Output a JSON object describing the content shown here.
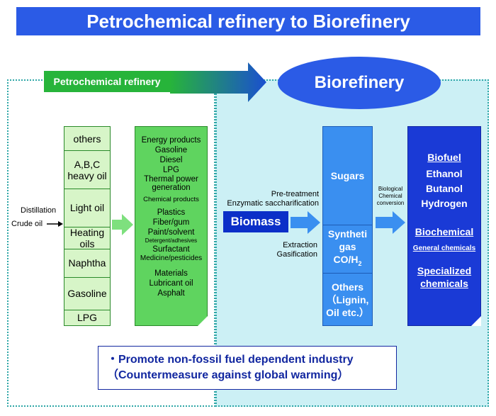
{
  "title": "Petrochemical refinery to Biorefinery",
  "petro_label": "Petrochemical refinery",
  "bio_label": "Biorefinery",
  "distillation_label": "Distillation",
  "crude_oil_label": "Crude oil",
  "fractions": [
    "others",
    "A,B,C heavy oil",
    "Light oil",
    "Heating oils",
    "Naphtha",
    "Gasoline",
    "LPG"
  ],
  "products": {
    "energy_header": "Energy products",
    "energy_items": [
      "Gasoline",
      "Diesel",
      "LPG",
      "Thermal power generation"
    ],
    "chemical_header": "Chemical products",
    "chemical_items": [
      "Plastics",
      "Fiber/gum",
      "Paint/solvent"
    ],
    "chemical_small": "Detergent/adhesives",
    "chemical_items2": [
      "Surfactant",
      "Medicine/pesticides"
    ],
    "materials_items": [
      "Materials",
      "Lubricant oil",
      "Asphalt"
    ]
  },
  "pretreatment": [
    "Pre-treatment",
    "Enzymatic saccharification"
  ],
  "biomass_label": "Biomass",
  "extraction": [
    "Extraction",
    "Gasification"
  ],
  "biological": [
    "Biological",
    "Chemical",
    "conversion"
  ],
  "intermediates": {
    "sugars": "Sugars",
    "syngas_1": "Syntheti",
    "syngas_2": "gas",
    "syngas_3": "CO/H",
    "syngas_sub": "2",
    "others_1": "Others",
    "others_2": "（Lignin,",
    "others_3": "Oil etc.）"
  },
  "final": {
    "biofuel": "Biofuel",
    "biofuel_items": [
      "Ethanol",
      "Butanol",
      "Hydrogen"
    ],
    "biochemical": "Biochemical",
    "general": "General chemicals",
    "specialized_1": "Specialized",
    "specialized_2": "chemicals"
  },
  "promote": {
    "line1": "・Promote non-fossil fuel dependent industry",
    "line2": "（Countermeasure against global warming）"
  },
  "colors": {
    "blue": "#2b5be6",
    "green": "#27b43a",
    "light_green": "#d7f5c8",
    "cyan_bg": "#ccf0f5"
  }
}
